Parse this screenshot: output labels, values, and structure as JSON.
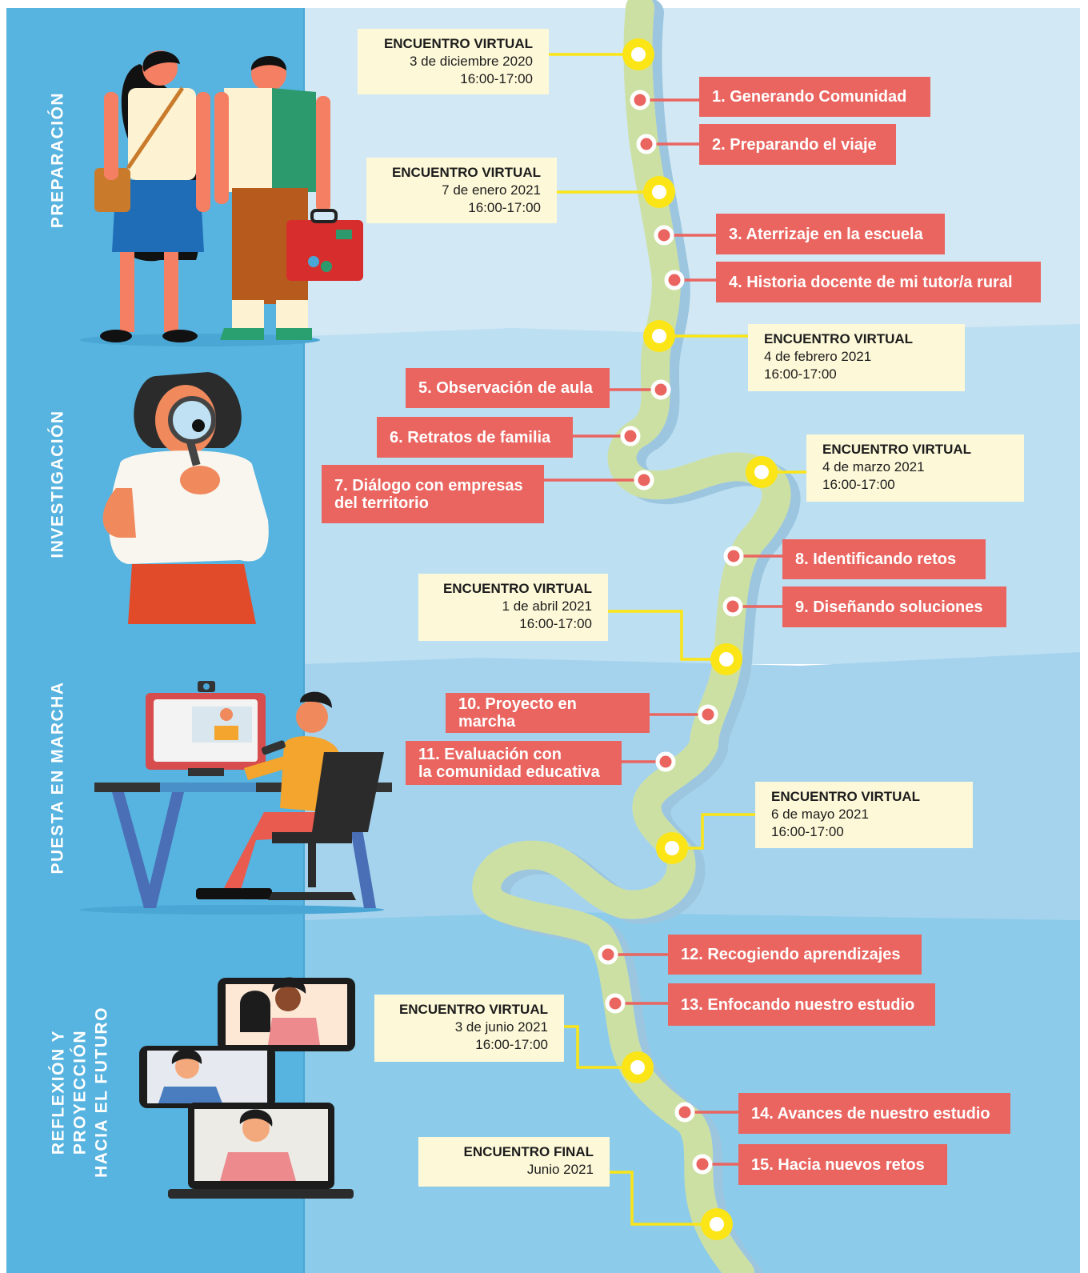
{
  "colors": {
    "sidebar": "#57b3df",
    "section_bands": [
      "#d2e8f4",
      "#bcdff2",
      "#a5d3ee",
      "#8ccbe9"
    ],
    "river": "#cde0a4",
    "river_shadow": "#9cc6e0",
    "meeting_dot": "#fbe516",
    "meeting_box": "#fdf8d8",
    "step_box": "#ea6560",
    "step_dot": "#ea6560"
  },
  "phases": [
    {
      "label": "PREPARACIÓN"
    },
    {
      "label": "INVESTIGACIÓN"
    },
    {
      "label": "PUESTA EN MARCHA"
    },
    {
      "label": "REFLEXIÓN Y\nPROYECCIÓN\nHACIA EL FUTURO"
    }
  ],
  "meetings": [
    {
      "title": "ENCUENTRO VIRTUAL",
      "date": "3 de diciembre 2020",
      "time": "16:00-17:00"
    },
    {
      "title": "ENCUENTRO VIRTUAL",
      "date": "7 de enero 2021",
      "time": "16:00-17:00"
    },
    {
      "title": "ENCUENTRO VIRTUAL",
      "date": "4 de febrero 2021",
      "time": "16:00-17:00"
    },
    {
      "title": "ENCUENTRO VIRTUAL",
      "date": "4 de marzo 2021",
      "time": "16:00-17:00"
    },
    {
      "title": "ENCUENTRO VIRTUAL",
      "date": "1 de abril 2021",
      "time": "16:00-17:00"
    },
    {
      "title": "ENCUENTRO VIRTUAL",
      "date": "6 de mayo 2021",
      "time": "16:00-17:00"
    },
    {
      "title": "ENCUENTRO VIRTUAL",
      "date": "3 de junio 2021",
      "time": "16:00-17:00"
    },
    {
      "title": "ENCUENTRO FINAL",
      "date": "Junio 2021",
      "time": ""
    }
  ],
  "steps": [
    {
      "label": "1. Generando Comunidad"
    },
    {
      "label": "2. Preparando el viaje"
    },
    {
      "label": "3. Aterrizaje en la escuela"
    },
    {
      "label": "4. Historia docente de mi tutor/a rural"
    },
    {
      "label": "5. Observación de aula"
    },
    {
      "label": "6. Retratos de familia"
    },
    {
      "label": "7. Diálogo con empresas\ndel territorio"
    },
    {
      "label": "8. Identificando retos"
    },
    {
      "label": "9. Diseñando soluciones"
    },
    {
      "label": "10. Proyecto en marcha"
    },
    {
      "label": "11. Evaluación con\nla comunidad educativa"
    },
    {
      "label": "12. Recogiendo aprendizajes"
    },
    {
      "label": "13. Enfocando nuestro estudio"
    },
    {
      "label": "14. Avances de nuestro estudio"
    },
    {
      "label": "15. Hacia nuevos retos"
    }
  ]
}
